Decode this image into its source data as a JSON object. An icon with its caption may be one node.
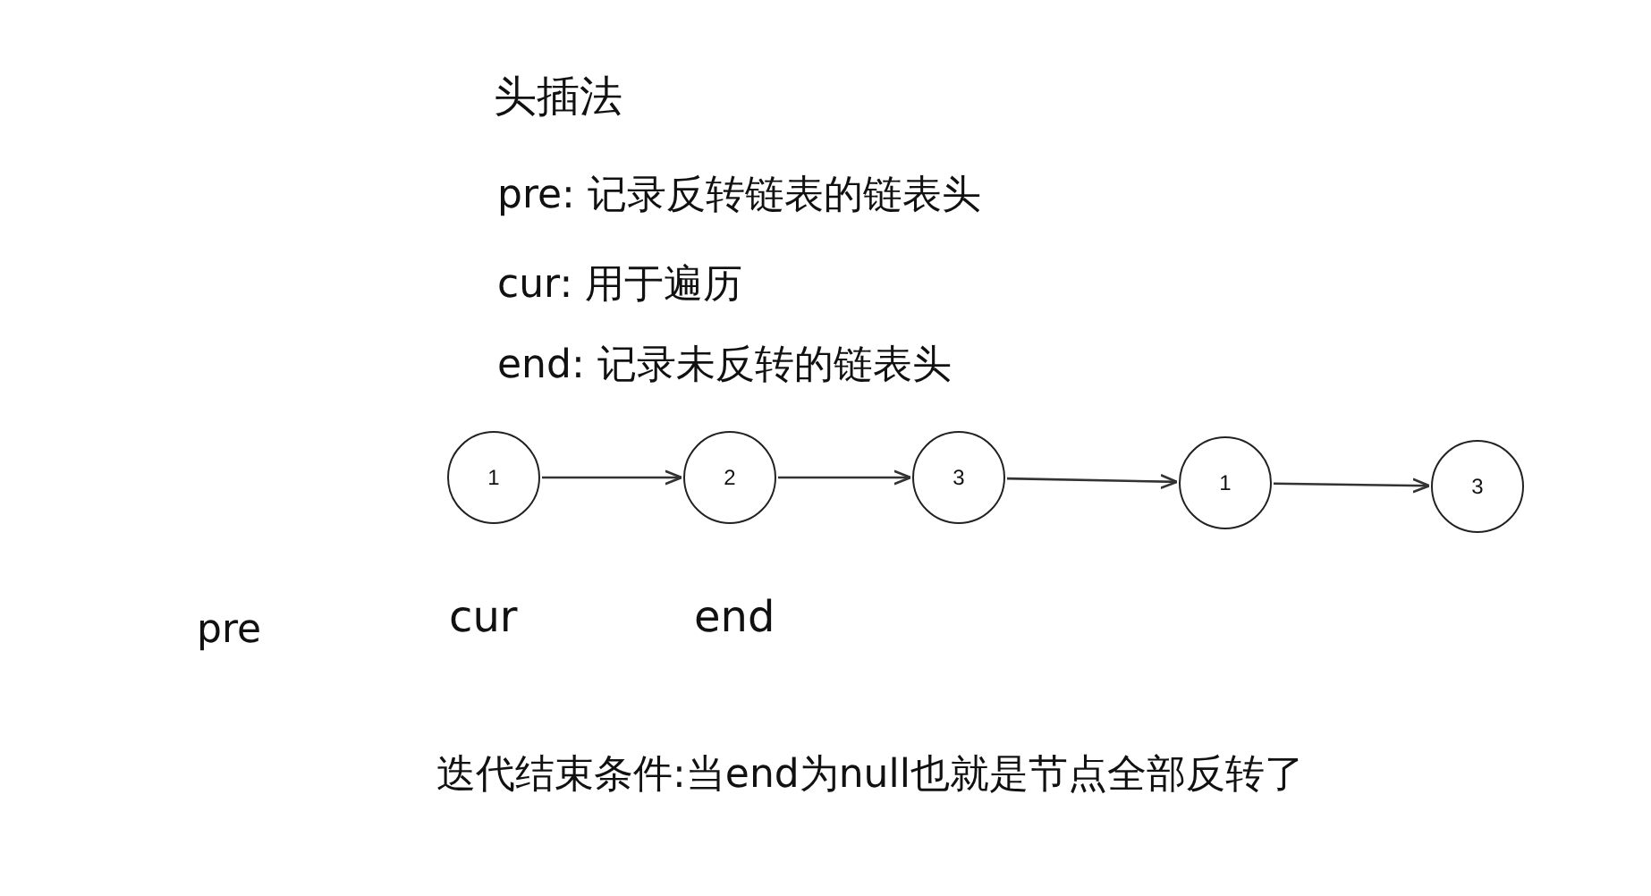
{
  "diagram": {
    "title": "头插法",
    "nodes": [
      {
        "text": [
          "1"
        ]
      },
      {
        "text": [
          "2"
        ]
      },
      {
        "text": [
          "3"
        ]
      },
      {
        "text": [
          "1"
        ]
      },
      {
        "text": [
          "3"
        ]
      }
    ],
    "edges": [
      {
        "from": 0,
        "to": 1,
        "arrow": "to"
      },
      {
        "from": 1,
        "to": 2,
        "arrow": "to"
      },
      {
        "from": 2,
        "to": 3,
        "arrow": "to"
      },
      {
        "from": 3,
        "to": 4,
        "arrow": "to"
      }
    ],
    "labels": [
      "pre: 记录反转链表的链表头",
      "cur: 用于遍历",
      "end: 记录未反转的链表头",
      "pre",
      "cur",
      "end",
      "迭代结束条件:当end为null也就是节点全部反转了"
    ]
  }
}
